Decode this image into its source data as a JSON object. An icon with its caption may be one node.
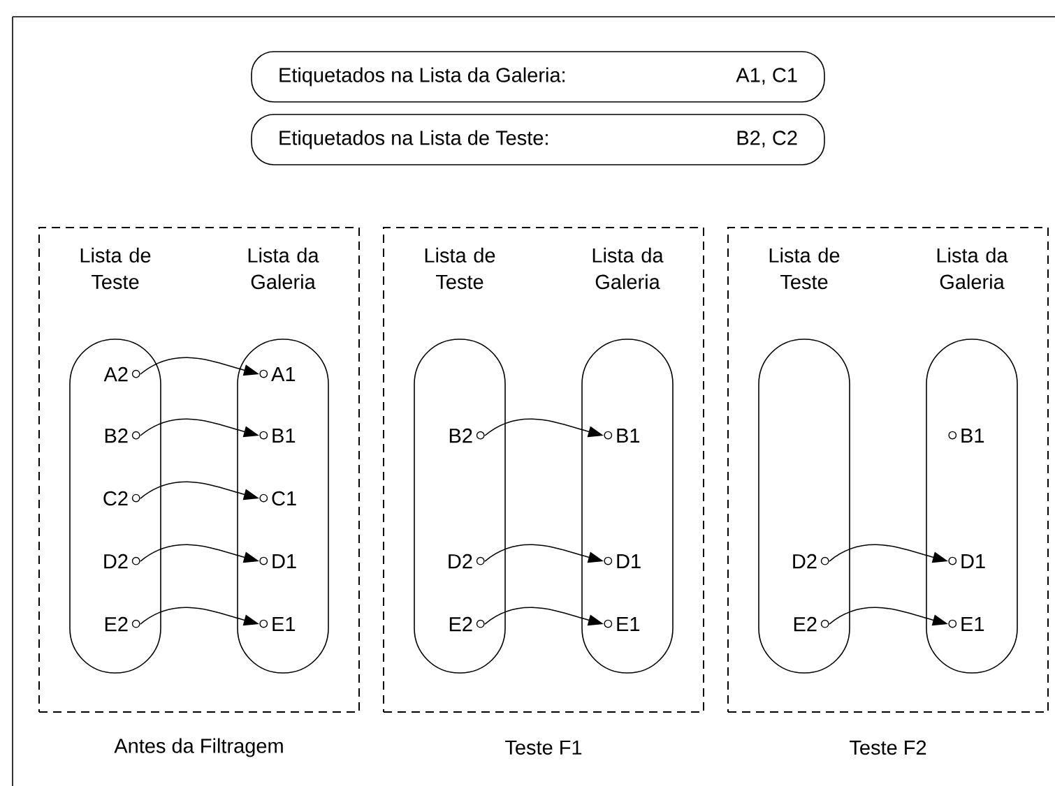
{
  "diagram": {
    "nodes": [
      {
        "text": [
          "Etiquetados na Lista da Galeria:",
          "A1, C1"
        ]
      },
      {
        "text": [
          "Etiquetados na Lista de Teste:",
          "B2, C2"
        ]
      },
      {
        "text": [],
        "shape": "box",
        "beside": [
          "Antes da Filtragem"
        ]
      },
      {
        "text": [
          "Lista de Teste"
        ],
        "in": 2
      },
      {
        "text": [
          "A2"
        ],
        "in": 3
      },
      {
        "text": [
          "B2"
        ],
        "in": 3
      },
      {
        "text": [
          "C2"
        ],
        "in": 3
      },
      {
        "text": [
          "D2"
        ],
        "in": 3
      },
      {
        "text": [
          "E2"
        ],
        "in": 3
      },
      {
        "text": [
          "Lista da Galeria"
        ],
        "in": 2
      },
      {
        "text": [
          "A1"
        ],
        "in": 9
      },
      {
        "text": [
          "B1"
        ],
        "in": 9
      },
      {
        "text": [
          "C1"
        ],
        "in": 9
      },
      {
        "text": [
          "D1"
        ],
        "in": 9
      },
      {
        "text": [
          "E1"
        ],
        "in": 9
      },
      {
        "text": [],
        "shape": "box",
        "beside": [
          "Teste F1"
        ]
      },
      {
        "text": [
          "Lista de Teste"
        ],
        "in": 15
      },
      {
        "text": [
          "B2"
        ],
        "in": 16
      },
      {
        "text": [
          "D2"
        ],
        "in": 16
      },
      {
        "text": [
          "E2"
        ],
        "in": 16
      },
      {
        "text": [
          "Lista da Galeria"
        ],
        "in": 15
      },
      {
        "text": [
          "B1"
        ],
        "in": 20
      },
      {
        "text": [
          "D1"
        ],
        "in": 20
      },
      {
        "text": [
          "E1"
        ],
        "in": 20
      },
      {
        "text": [],
        "shape": "box",
        "beside": [
          "Teste F2"
        ]
      },
      {
        "text": [
          "Lista de Teste"
        ],
        "in": 24
      },
      {
        "text": [
          "D2"
        ],
        "in": 25
      },
      {
        "text": [
          "E2"
        ],
        "in": 25
      },
      {
        "text": [
          "Lista da Galeria"
        ],
        "in": 24
      },
      {
        "text": [
          "B1"
        ],
        "in": 28
      },
      {
        "text": [
          "D1"
        ],
        "in": 28
      },
      {
        "text": [
          "E1"
        ],
        "in": 28
      }
    ],
    "edges": [
      {
        "from": 4,
        "to": 10,
        "arrow": "to"
      },
      {
        "from": 5,
        "to": 11,
        "arrow": "to"
      },
      {
        "from": 6,
        "to": 12,
        "arrow": "to"
      },
      {
        "from": 7,
        "to": 13,
        "arrow": "to"
      },
      {
        "from": 8,
        "to": 14,
        "arrow": "to"
      },
      {
        "from": 17,
        "to": 21,
        "arrow": "to"
      },
      {
        "from": 18,
        "to": 22,
        "arrow": "to"
      },
      {
        "from": 19,
        "to": 23,
        "arrow": "to"
      },
      {
        "from": 26,
        "to": 30,
        "arrow": "to"
      },
      {
        "from": 27,
        "to": 31,
        "arrow": "to"
      }
    ]
  }
}
